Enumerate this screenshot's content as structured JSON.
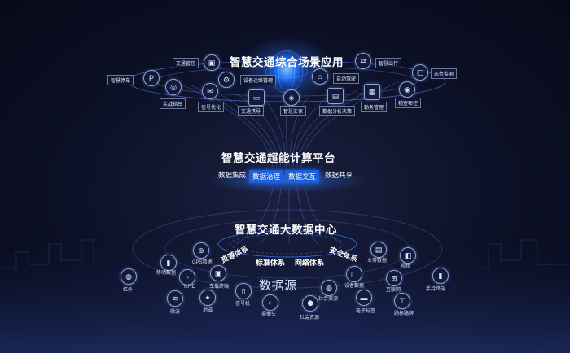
{
  "titles": {
    "scene": "智慧交通综合场景应用",
    "compute": "智慧交通超能计算平台",
    "bigdata": "智慧交通大数据中心",
    "source": "数据源"
  },
  "compute_tags": [
    "数据集成",
    "数据治理",
    "数据交互",
    "数据共享"
  ],
  "pillars": [
    "资源体系",
    "标准体系",
    "网络体系",
    "安全体系"
  ],
  "apps": {
    "smart_parking": "智慧停车",
    "traffic_control": "交通管控",
    "incident": "实战指挥",
    "signal": "信号优化",
    "device_mgmt": "设备运维管理",
    "traffic_guide": "交通诱导",
    "security": "智慧安保",
    "data_analysis": "数据分析决策",
    "auto_drive": "自动驾驶",
    "service_mgmt": "勤务管理",
    "smart_travel": "智慧出行",
    "inspection": "稽查布控",
    "situation": "态势监测"
  },
  "sources": {
    "infrared": "红外",
    "mobile": "移动数据",
    "gps": "GPS数据",
    "rfid": "RFID",
    "vehicle": "车载终端",
    "microwave": "微波",
    "geomag": "地磁",
    "signal_machine": "信号机",
    "camera": "摄像头",
    "social": "社会资源",
    "social2": "社会资源",
    "device_data": "设备数据",
    "business": "业务数据",
    "video": "视频",
    "iot": "互联网",
    "handheld": "手持终端",
    "etag": "电子标签",
    "road_facility": "路标路牌"
  }
}
